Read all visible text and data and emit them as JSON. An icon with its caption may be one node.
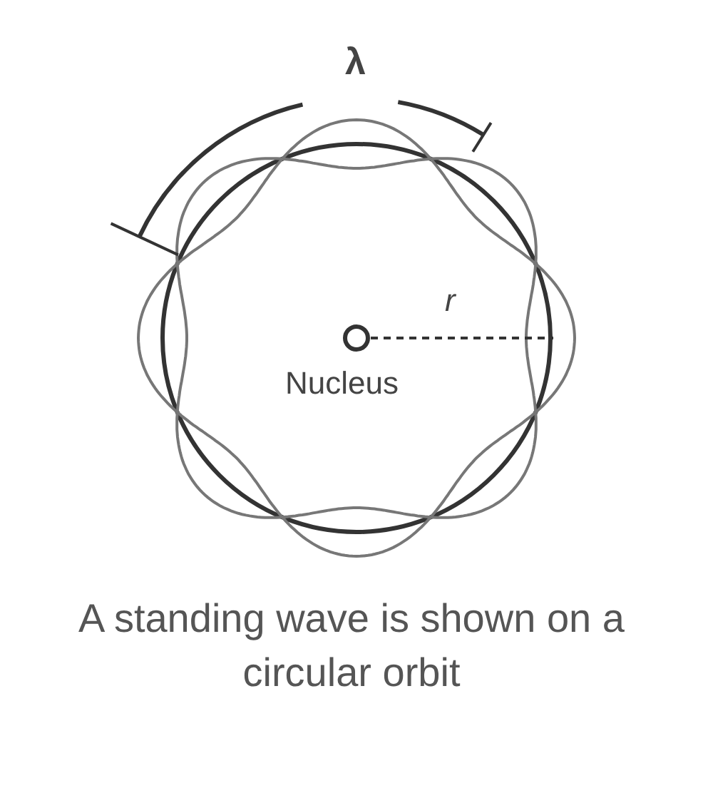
{
  "diagram": {
    "caption": "A standing wave is shown on a circular orbit",
    "labels": [
      "λ",
      "r",
      "Nucleus"
    ]
  }
}
